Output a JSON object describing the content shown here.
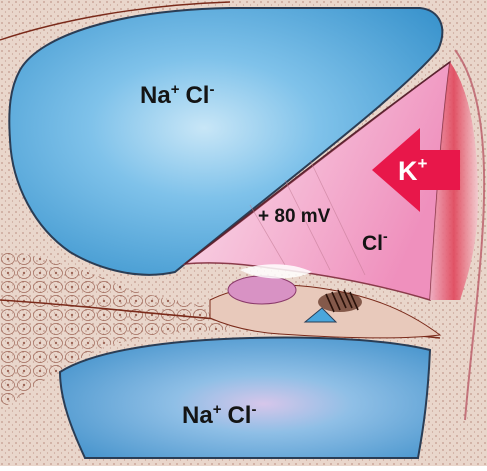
{
  "labels": {
    "upper_chamber": {
      "main": "Na",
      "sup": "+",
      "anion": "Cl",
      "anion_sup": "-"
    },
    "lower_chamber": {
      "main": "Na",
      "sup": "+",
      "anion": "Cl",
      "anion_sup": "-"
    },
    "endolymph_potential": "+ 80 mV",
    "endolymph_anion": {
      "main": "Cl",
      "sup": "-"
    },
    "potassium": {
      "main": "K",
      "sup": "+"
    }
  },
  "colors": {
    "perilymph_blue": "#4aa6dc",
    "endolymph_pink": "#f2a6cc",
    "arrow_red": "#e8174a",
    "tissue_tan": "#e6cfc2",
    "tissue_line": "#7a2a1a",
    "stria_red": "#d8424f"
  }
}
